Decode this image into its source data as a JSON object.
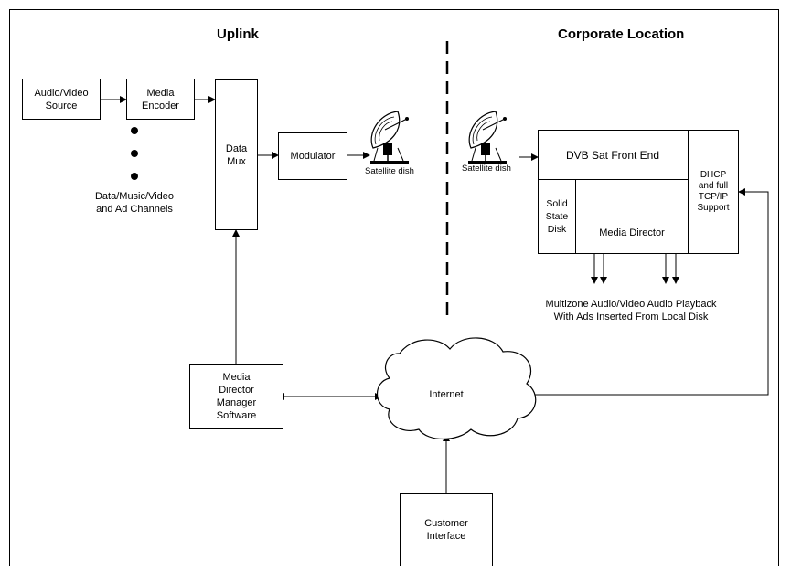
{
  "titles": {
    "uplink": "Uplink",
    "corporate": "Corporate Location"
  },
  "uplink": {
    "audio_video_source": "Audio/Video\nSource",
    "media_encoder": "Media\nEncoder",
    "channels": "Data/Music/Video\nand Ad Channels",
    "data_mux": "Data\nMux",
    "modulator": "Modulator",
    "satellite_dish": "Satellite dish",
    "manager_software": "Media\nDirector\nManager\nSoftware"
  },
  "corporate": {
    "satellite_dish": "Satellite dish",
    "dvb_front_end": "DVB Sat Front End",
    "dhcp": "DHCP\nand full\nTCP/IP\nSupport",
    "solid_state_disk": "Solid\nState\nDisk",
    "media_director": "Media Director",
    "playback": "Multizone Audio/Video Audio Playback\nWith Ads Inserted From Local Disk"
  },
  "internet": "Internet",
  "customer_interface": "Customer\nInterface"
}
